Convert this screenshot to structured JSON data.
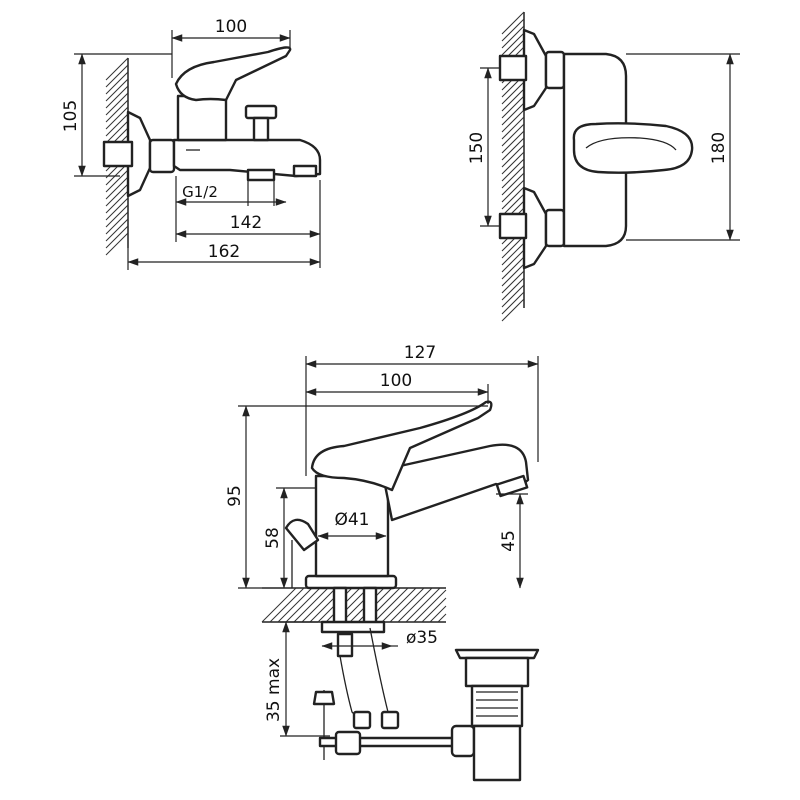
{
  "bath_mixer_side": {
    "top_width": "100",
    "height": "105",
    "thread": "G1/2",
    "center_width": "142",
    "total_width": "162"
  },
  "bath_mixer_front": {
    "inner_height": "150",
    "outer_height": "180"
  },
  "basin_mixer": {
    "total_width": "127",
    "lever_width": "100",
    "total_height": "95",
    "lever_joint_height": "58",
    "body_diameter": "Ø41",
    "spout_height": "45",
    "hole_diameter": "ø35",
    "max_thickness": "35 max"
  }
}
